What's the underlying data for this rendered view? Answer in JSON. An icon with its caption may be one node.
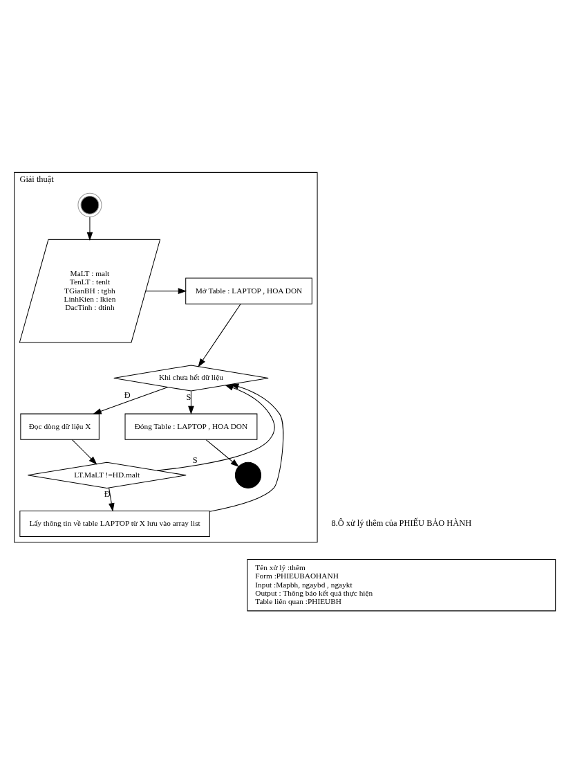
{
  "diagram": {
    "nodes": [
      {
        "text": [
          "Giải thuật"
        ]
      },
      {
        "text": [],
        "shape": "circle",
        "in": 0
      },
      {
        "text": [
          "MaLT : malt",
          "TenLT : tenlt",
          "TGianBH : tgbh",
          "LinhKien : lkien",
          "DacTinh : dtinh"
        ],
        "in": 0
      },
      {
        "text": [
          "Mở Table : LAPTOP , HOA DON"
        ],
        "in": 0
      },
      {
        "text": [
          "Khi chưa hết dữ liệu"
        ],
        "in": 0
      },
      {
        "text": [
          "Đọc dòng dữ liệu X"
        ],
        "in": 0
      },
      {
        "text": [
          "LT.MaLT !=HD.malt"
        ],
        "in": 0
      },
      {
        "text": [
          "Lấy thông tin về table LAPTOP từ X lưu vào array list"
        ],
        "in": 0
      },
      {
        "text": [
          "Đóng Table : LAPTOP , HOA DON"
        ],
        "in": 0
      },
      {
        "text": [],
        "shape": "circle",
        "in": 0
      },
      {
        "text": [
          "Tên xử lý :thêm",
          "Form :PHIEUBAOHANH",
          "Input :Mapbh, ngaybd , ngaykt",
          "Output : Thông báo kết quả thực hiện",
          "Table liên quan :PHIEUBH"
        ]
      }
    ],
    "edges": [
      {
        "from": 1,
        "to": 2,
        "arrow": "to"
      },
      {
        "from": 2,
        "to": 3,
        "arrow": "to"
      },
      {
        "from": 3,
        "to": 4,
        "arrow": "to"
      },
      {
        "from": 4,
        "to": 8,
        "arrow": "to",
        "label": "S"
      },
      {
        "from": 4,
        "to": 5,
        "arrow": "to",
        "label": "Đ"
      },
      {
        "from": 5,
        "to": 6,
        "arrow": "to"
      },
      {
        "from": 6,
        "to": 4,
        "arrow": "to",
        "label": "S"
      },
      {
        "from": 6,
        "to": 7,
        "arrow": "to",
        "label": "Đ"
      },
      {
        "from": 7,
        "to": 4,
        "arrow": "to"
      },
      {
        "from": 8,
        "to": 9,
        "arrow": "to"
      }
    ],
    "labels": [
      "8.Ô xử lý thêm của PHIẾU BẢO HÀNH"
    ]
  }
}
